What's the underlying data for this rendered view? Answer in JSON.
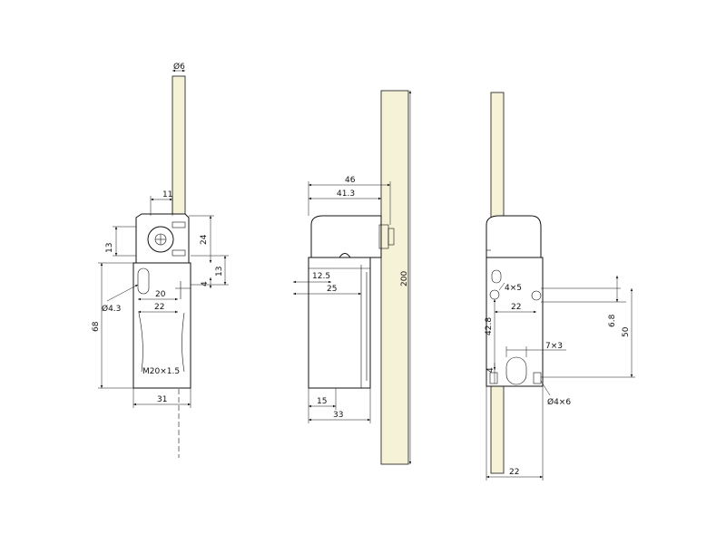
{
  "front_view": {
    "dims": {
      "rod_dia": "Ø6",
      "w11": "11",
      "h13": "13",
      "h24": "24",
      "h13b": "13",
      "h4": "4",
      "hole": "Ø4.3",
      "w20": "20",
      "w22": "22",
      "h68": "68",
      "thread": "M20×1.5",
      "w31": "31"
    }
  },
  "side_view": {
    "dims": {
      "w46": "46",
      "w41": "41.3",
      "w12": "12.5",
      "w25": "25",
      "w15": "15",
      "w33": "33",
      "h200": "200"
    }
  },
  "rear_view": {
    "dims": {
      "slot1": "4×5",
      "w22a": "22",
      "h6": "6.8",
      "h50": "50",
      "v42": "42.8",
      "slot2": "7×3",
      "v4": "4",
      "hole2": "Ø4×6",
      "w22b": "22"
    }
  }
}
